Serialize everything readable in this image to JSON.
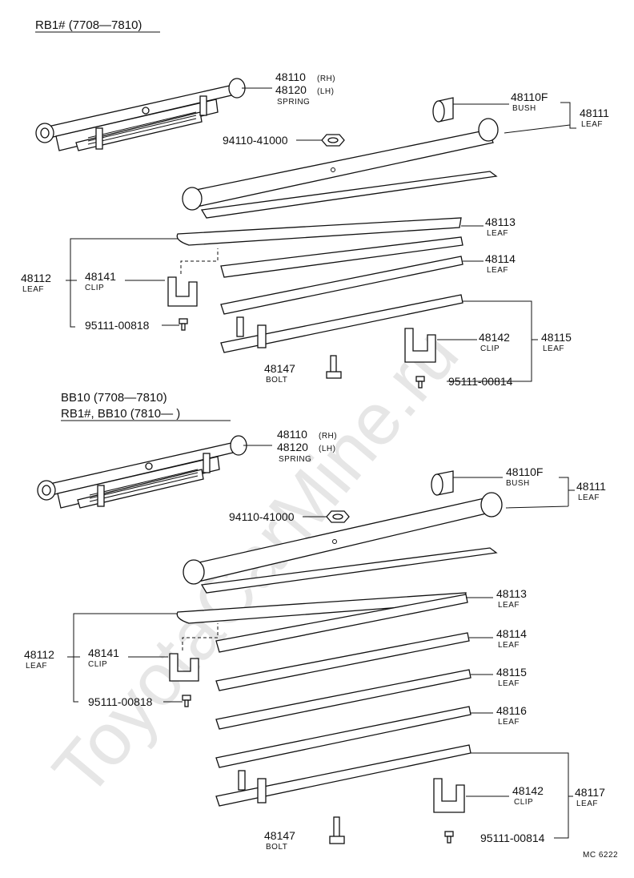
{
  "watermark": "ToyotaCarMine.ru",
  "figure_code": "MC 6222",
  "sections": [
    {
      "headings": [
        "RB1# (7708—7810)"
      ],
      "callouts": [
        {
          "part": "48110",
          "suffix": "(RH)"
        },
        {
          "part": "48120",
          "suffix": "(LH)",
          "label": "SPRING"
        },
        {
          "part": "94110-41000"
        },
        {
          "part": "48110F",
          "label": "BUSH"
        },
        {
          "part": "48111",
          "label": "LEAF"
        },
        {
          "part": "48113",
          "label": "LEAF"
        },
        {
          "part": "48114",
          "label": "LEAF"
        },
        {
          "part": "48112",
          "label": "LEAF"
        },
        {
          "part": "48141",
          "label": "CLIP"
        },
        {
          "part": "95111-00818"
        },
        {
          "part": "48142",
          "label": "CLIP"
        },
        {
          "part": "48115",
          "label": "LEAF"
        },
        {
          "part": "48147",
          "label": "BOLT"
        },
        {
          "part": "95111-00814"
        }
      ]
    },
    {
      "headings": [
        "BB10 (7708—7810)",
        "RB1#, BB10 (7810—          )"
      ],
      "callouts": [
        {
          "part": "48110",
          "suffix": "(RH)"
        },
        {
          "part": "48120",
          "suffix": "(LH)",
          "label": "SPRING"
        },
        {
          "part": "48110F",
          "label": "BUSH"
        },
        {
          "part": "48111",
          "label": "LEAF"
        },
        {
          "part": "94110-41000"
        },
        {
          "part": "48113",
          "label": "LEAF"
        },
        {
          "part": "48112",
          "label": "LEAF"
        },
        {
          "part": "48114",
          "label": "LEAF"
        },
        {
          "part": "48141",
          "label": "CLIP"
        },
        {
          "part": "48115",
          "label": "LEAF"
        },
        {
          "part": "95111-00818"
        },
        {
          "part": "48116",
          "label": "LEAF"
        },
        {
          "part": "48142",
          "label": "CLIP"
        },
        {
          "part": "48117",
          "label": "LEAF"
        },
        {
          "part": "48147",
          "label": "BOLT"
        },
        {
          "part": "95111-00814"
        }
      ]
    }
  ]
}
